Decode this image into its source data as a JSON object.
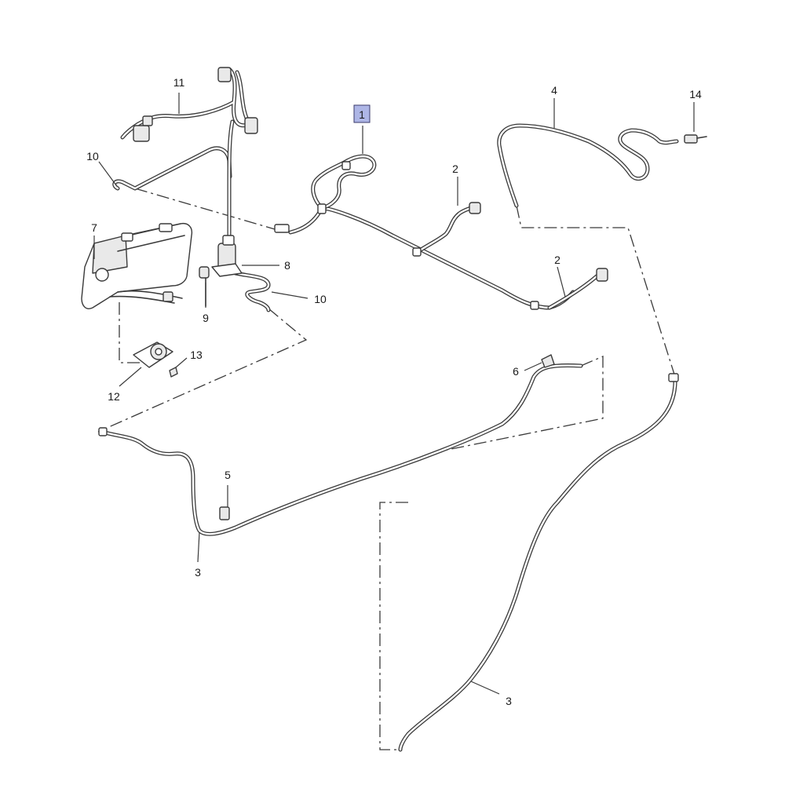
{
  "callouts": [
    {
      "id": "c1",
      "label": "1",
      "highlighted": true
    },
    {
      "id": "c2a",
      "label": "2"
    },
    {
      "id": "c2b",
      "label": "2"
    },
    {
      "id": "c3a",
      "label": "3"
    },
    {
      "id": "c3b",
      "label": "3"
    },
    {
      "id": "c4",
      "label": "4"
    },
    {
      "id": "c5",
      "label": "5"
    },
    {
      "id": "c6",
      "label": "6"
    },
    {
      "id": "c7",
      "label": "7"
    },
    {
      "id": "c8",
      "label": "8"
    },
    {
      "id": "c9",
      "label": "9"
    },
    {
      "id": "c10a",
      "label": "10"
    },
    {
      "id": "c10b",
      "label": "10"
    },
    {
      "id": "c11",
      "label": "11"
    },
    {
      "id": "c12",
      "label": "12"
    },
    {
      "id": "c13",
      "label": "13"
    },
    {
      "id": "c14",
      "label": "14"
    }
  ],
  "colors": {
    "line": "#3a3a3a",
    "highlight": "#aeb6e6"
  }
}
